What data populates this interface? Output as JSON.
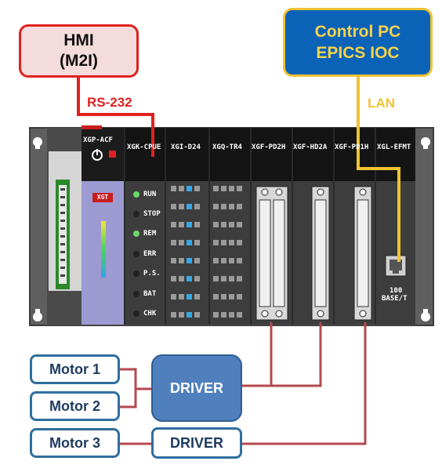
{
  "hmi": {
    "line1": "HMI",
    "line2": "(M2I)"
  },
  "control_pc": {
    "line1": "Control PC",
    "line2": "EPICS IOC"
  },
  "links": {
    "rs232": "RS-232",
    "lan": "LAN"
  },
  "plc": {
    "modules": [
      "XGP-ACF",
      "XGK-CPUE",
      "XGI-D24",
      "XGQ-TR4",
      "XGF-PD2H",
      "XGF-HD2A",
      "XGF-PD1H",
      "XGL-EFMT"
    ],
    "cpu_brand": "XGT",
    "cpu_leds": [
      "RUN",
      "STOP",
      "REM",
      "ERR",
      "P.S.",
      "BAT",
      "CHK"
    ],
    "ethernet_port_label_1": "100",
    "ethernet_port_label_2": "BASE/T"
  },
  "motors": {
    "m1": "Motor 1",
    "m2": "Motor 2",
    "m3": "Motor 3"
  },
  "drivers": {
    "d1": "DRIVER",
    "d2": "DRIVER"
  },
  "colors": {
    "rs232": "#e02020",
    "lan": "#f1c232",
    "motor_link": "#b5484f",
    "rack": "#5a5a5a",
    "module_bg": "#3a3a3a",
    "cpu_body": "#9d9ad1"
  }
}
